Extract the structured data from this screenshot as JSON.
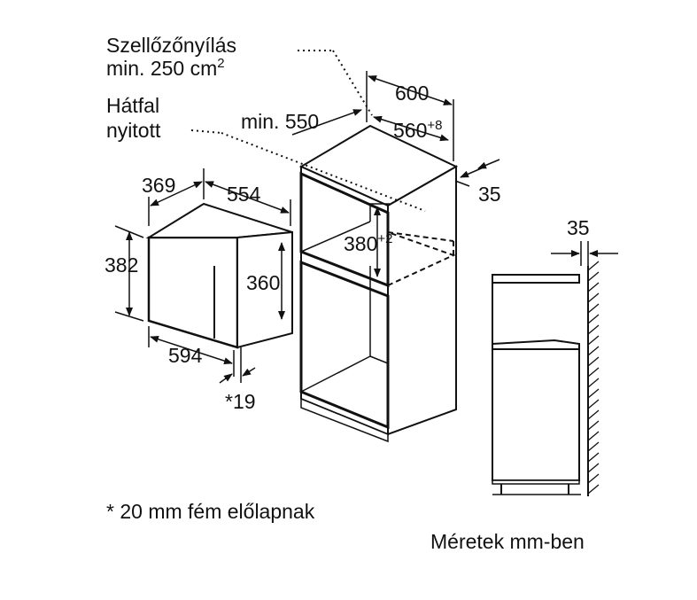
{
  "labels": {
    "vent_line1": "Szellőzőnyílás",
    "vent_line2_text": "min. 250 cm",
    "vent_line2_sup": "2",
    "back_line1": "Hátfal",
    "back_line2": "nyitott",
    "dim_600": "600",
    "dim_min550": "min. 550",
    "dim_560_base": "560",
    "dim_560_sup": "+8",
    "dim_35_cabinet": "35",
    "dim_380_base": "380",
    "dim_380_sup": "+2",
    "dim_369": "369",
    "dim_554": "554",
    "dim_382": "382",
    "dim_360": "360",
    "dim_594": "594",
    "dim_19": "*19",
    "dim_35_side": "35",
    "footnote": "* 20 mm fém előlapnak",
    "units_note": "Méretek mm-ben"
  },
  "colors": {
    "line": "#111111",
    "background": "#ffffff"
  }
}
